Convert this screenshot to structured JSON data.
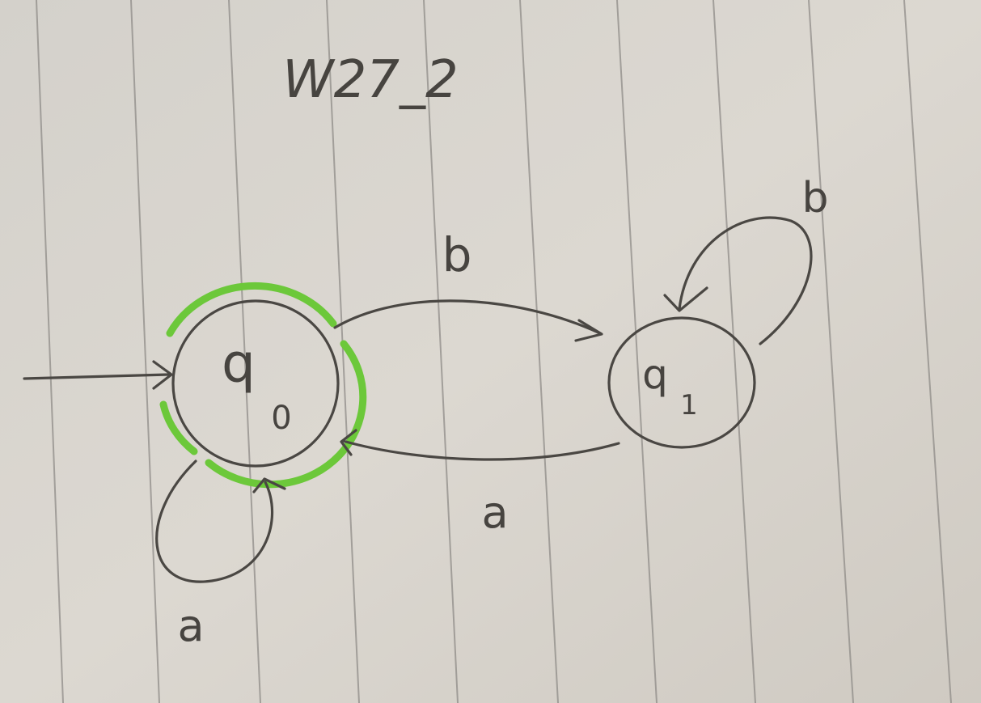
{
  "title": "W27_2",
  "states": [
    {
      "id": "q0",
      "name": "q",
      "subscript": "0",
      "initial": true,
      "accepting": true
    },
    {
      "id": "q1",
      "name": "q",
      "subscript": "1",
      "initial": false,
      "accepting": false
    }
  ],
  "transitions": [
    {
      "from": "q0",
      "to": "q1",
      "label": "b"
    },
    {
      "from": "q1",
      "to": "q0",
      "label": "a"
    },
    {
      "from": "q0",
      "to": "q0",
      "label": "a"
    },
    {
      "from": "q1",
      "to": "q1",
      "label": "b"
    }
  ],
  "colors": {
    "paper": "#d8d4cd",
    "rule_line": "#8f8c88",
    "ink": "#4a4743",
    "accepting_highlight": "#6cc83a"
  }
}
